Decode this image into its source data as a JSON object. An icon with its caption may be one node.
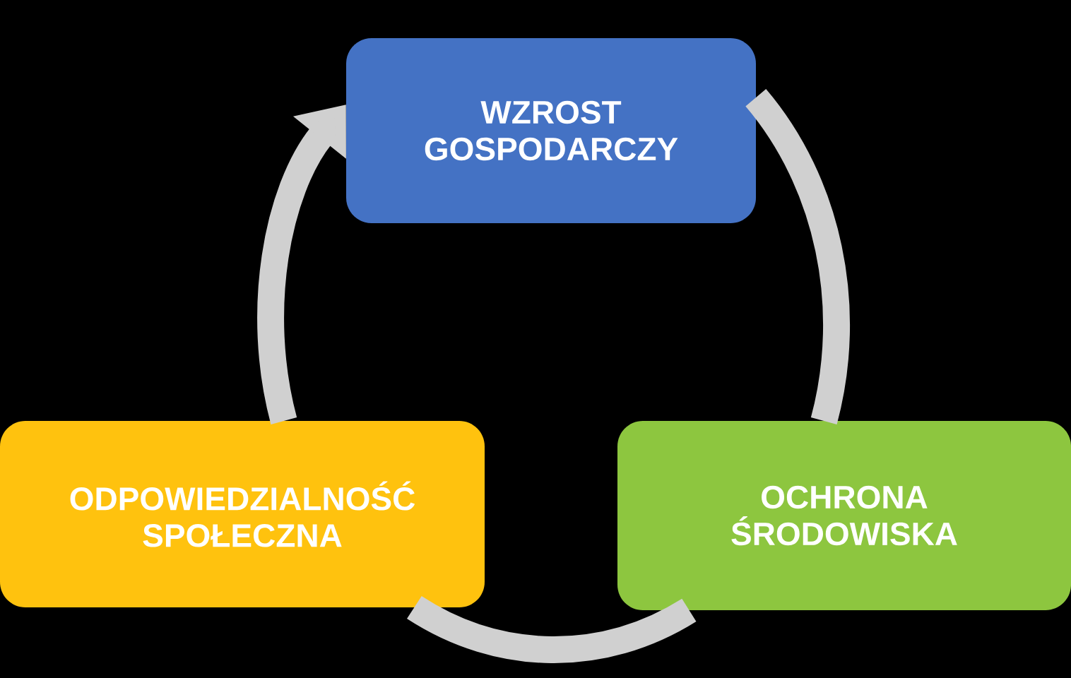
{
  "diagram": {
    "nodes": [
      {
        "text": [
          "WZROST GOSPODARCZY"
        ]
      },
      {
        "text": [
          "ODPOWIEDZIALNOŚĆ SPOŁECZNA"
        ]
      },
      {
        "text": [
          "OCHRONA ŚRODOWISKA"
        ]
      }
    ],
    "edges": [
      {
        "from": 0,
        "to": 2,
        "arrow": "none"
      },
      {
        "from": 2,
        "to": 1,
        "arrow": "none"
      },
      {
        "from": 1,
        "to": 0,
        "arrow": "to"
      }
    ]
  }
}
